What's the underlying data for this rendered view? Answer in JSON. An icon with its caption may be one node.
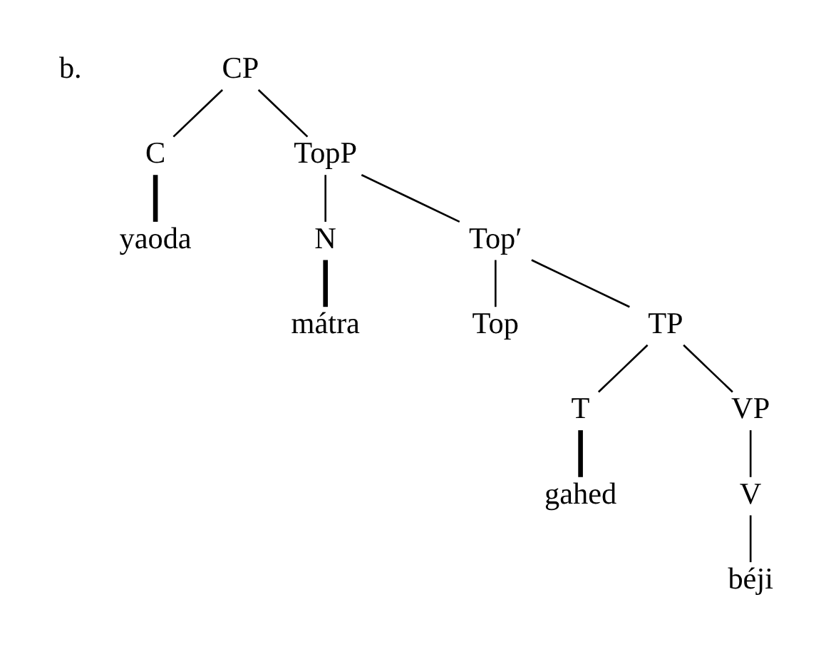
{
  "diagram": {
    "nodes": [
      {
        "text": [
          "CP"
        ]
      },
      {
        "text": [
          "C"
        ]
      },
      {
        "text": [
          "TopP"
        ]
      },
      {
        "text": [
          "yaoda"
        ]
      },
      {
        "text": [
          "N"
        ]
      },
      {
        "text": [
          "Top′"
        ]
      },
      {
        "text": [
          "mátra"
        ]
      },
      {
        "text": [
          "Top"
        ]
      },
      {
        "text": [
          "TP"
        ]
      },
      {
        "text": [
          "T"
        ]
      },
      {
        "text": [
          "VP"
        ]
      },
      {
        "text": [
          "gahed"
        ]
      },
      {
        "text": [
          "V"
        ]
      },
      {
        "text": [
          "béji"
        ]
      }
    ],
    "edges": [
      {
        "from": 0,
        "to": 1,
        "arrow": "none"
      },
      {
        "from": 0,
        "to": 2,
        "arrow": "none"
      },
      {
        "from": 1,
        "to": 3,
        "arrow": "none",
        "style": "thick"
      },
      {
        "from": 2,
        "to": 4,
        "arrow": "none"
      },
      {
        "from": 2,
        "to": 5,
        "arrow": "none"
      },
      {
        "from": 4,
        "to": 6,
        "arrow": "none",
        "style": "thick"
      },
      {
        "from": 5,
        "to": 7,
        "arrow": "none"
      },
      {
        "from": 5,
        "to": 8,
        "arrow": "none"
      },
      {
        "from": 8,
        "to": 9,
        "arrow": "none"
      },
      {
        "from": 8,
        "to": 10,
        "arrow": "none"
      },
      {
        "from": 9,
        "to": 11,
        "arrow": "none",
        "style": "thick"
      },
      {
        "from": 10,
        "to": 12,
        "arrow": "none"
      },
      {
        "from": 12,
        "to": 13,
        "arrow": "none"
      }
    ],
    "labels": [
      "b."
    ]
  }
}
